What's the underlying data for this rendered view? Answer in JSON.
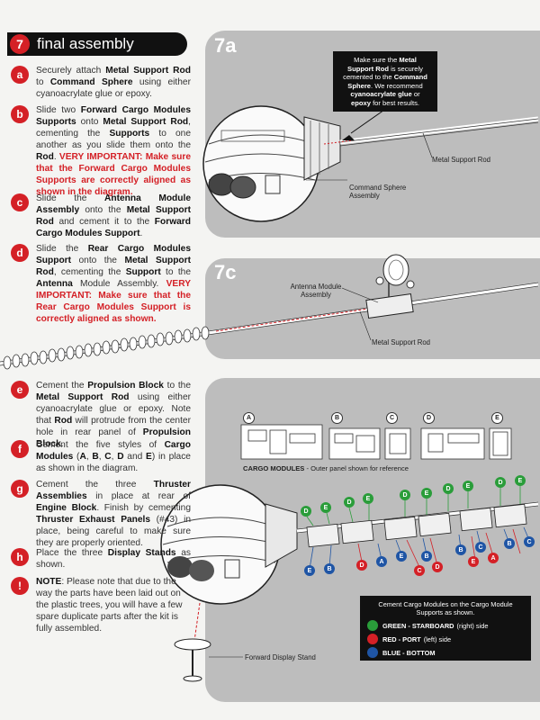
{
  "header": {
    "step_number": "7",
    "title": "final assembly"
  },
  "panels": {
    "a_label": "7a",
    "c_label": "7c"
  },
  "steps": [
    {
      "letter": "a"
    },
    {
      "letter": "b"
    },
    {
      "letter": "c"
    },
    {
      "letter": "d"
    },
    {
      "letter": "e"
    },
    {
      "letter": "f"
    },
    {
      "letter": "g"
    },
    {
      "letter": "h"
    },
    {
      "letter": "!"
    }
  ],
  "text": {
    "a_1": "Securely attach ",
    "a_2": "Metal Support Rod",
    "a_3": " to ",
    "a_4": "Command Sphere",
    "a_5": " using either cyanoacrylate glue or epoxy.",
    "b_1": "Slide two ",
    "b_2": "Forward Cargo Modules Supports",
    "b_3": " onto ",
    "b_4": "Metal Support Rod",
    "b_5": ", cementing the ",
    "b_6": "Supports",
    "b_7": " to one another as you slide them onto the ",
    "b_8": "Rod",
    "b_9": ". ",
    "b_10": "VERY IMPORTANT: Make sure that the ",
    "b_11": "Forward Cargo Modules Supports",
    "b_12": " are correctly aligned as shown in the diagram.",
    "c_1": "Slide the ",
    "c_2": "Antenna Module Assembly",
    "c_3": " onto the ",
    "c_4": "Metal Support Rod",
    "c_5": " and cement it to the ",
    "c_6": "Forward Cargo Modules Support",
    "c_7": ".",
    "d_1": "Slide the ",
    "d_2": "Rear Cargo Modules Support",
    "d_3": " onto the ",
    "d_4": "Metal Support Rod",
    "d_5": ", cementing the ",
    "d_6": "Support",
    "d_7": " to the ",
    "d_8": "Antenna",
    "d_9": " Module Assembly. ",
    "d_10": "VERY IMPORTANT: Make sure that the ",
    "d_11": "Rear Cargo Modules Support",
    "d_12": " is correctly aligned as shown.",
    "e_1": "Cement the ",
    "e_2": "Propulsion Block",
    "e_3": " to the ",
    "e_4": "Metal Support Rod",
    "e_5": " using either cyanoacrylate glue or epoxy. Note that ",
    "e_6": "Rod",
    "e_7": " will protrude from the center hole in rear panel of ",
    "e_8": "Propulsion Block",
    "e_9": ".",
    "f_1": "Cement the five styles of ",
    "f_2": "Cargo Modules",
    "f_3": " (",
    "f_4": "A",
    "f_5": ", ",
    "f_6": "B",
    "f_7": ", ",
    "f_8": "C",
    "f_9": ", ",
    "f_10": "D",
    "f_11": " and ",
    "f_12": "E",
    "f_13": ") in place as shown in the diagram.",
    "g_1": "Cement the three ",
    "g_2": "Thruster Assemblies",
    "g_3": " in place at rear of ",
    "g_4": "Engine Block",
    "g_5": ". Finish by cementing ",
    "g_6": "Thruster Exhaust Panels",
    "g_7": " (#43) in place, being careful to make sure they are properly oriented.",
    "h_1": "Place the three ",
    "h_2": "Display Stands",
    "h_3": " as shown.",
    "n_1": "NOTE",
    "n_2": ": Please note that due to the way the parts have been laid out on the plastic trees, you will have a few spare duplicate parts after the kit is fully assembled."
  },
  "callout_7a": {
    "p1": "Make sure the ",
    "p2": "Metal Support Rod",
    "p3": " is securely cemented to the ",
    "p4": "Command Sphere",
    "p5": ". We recommend ",
    "p6": "cyanoacrylate glue",
    "p7": " or ",
    "p8": "epoxy",
    "p9": " for best results."
  },
  "labels": {
    "metal_rod_a": "Metal Support Rod",
    "command_sphere": "Command Sphere Assembly",
    "antenna_module": "Antenna Module Assembly",
    "metal_rod_c": "Metal Support Rod",
    "forward_stand": "Forward Display Stand"
  },
  "cargo": {
    "caption_bold": "CARGO MODULES",
    "caption_rest": " - Outer panel shown for reference",
    "modules": [
      "A",
      "B",
      "C",
      "D",
      "E"
    ]
  },
  "markers": {
    "top": [
      "D",
      "E",
      "D",
      "E",
      "D",
      "E",
      "D",
      "E",
      "D",
      "E"
    ],
    "bottom": [
      "E",
      "B",
      "D",
      "A",
      "E",
      "C",
      "B",
      "D",
      "E",
      "B",
      "C",
      "A",
      "B",
      "C"
    ]
  },
  "legend": {
    "intro": "Cement Cargo Modules on the Cargo Module Supports as shown.",
    "green_bold": "GREEN - STARBOARD",
    "green_rest": "(right) side",
    "red_bold": "RED - PORT",
    "red_rest": "(left) side",
    "blue_bold": "BLUE - BOTTOM",
    "colors": {
      "green": "#2a9d3a",
      "red": "#d42026",
      "blue": "#1f55a5"
    }
  }
}
